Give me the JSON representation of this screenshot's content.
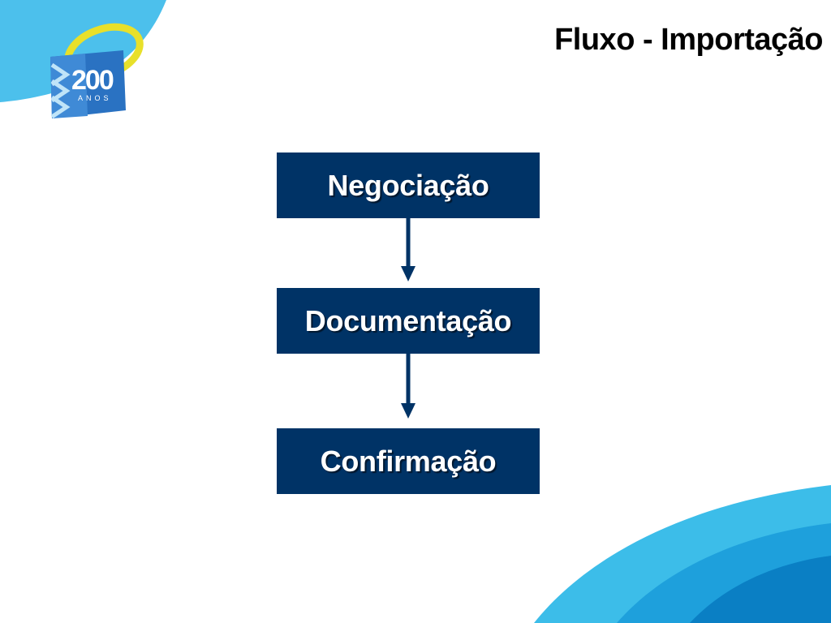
{
  "slide": {
    "title": "Fluxo - Importação"
  },
  "logo": {
    "number": "200",
    "word": "ANOS"
  },
  "flow": {
    "steps": [
      {
        "label": "Negociação"
      },
      {
        "label": "Documentação"
      },
      {
        "label": "Confirmação"
      }
    ]
  },
  "colors": {
    "box_fill": "#003366",
    "arrow": "#003366",
    "accent_light_blue": "#4cc0ec",
    "accent_mid_blue": "#1ea0dc",
    "accent_dark_blue": "#0a7fc4",
    "logo_yellow": "#e8e02a"
  },
  "icons": {
    "logo": "bank-200-anos-logo",
    "arrow": "arrow-down-icon"
  }
}
